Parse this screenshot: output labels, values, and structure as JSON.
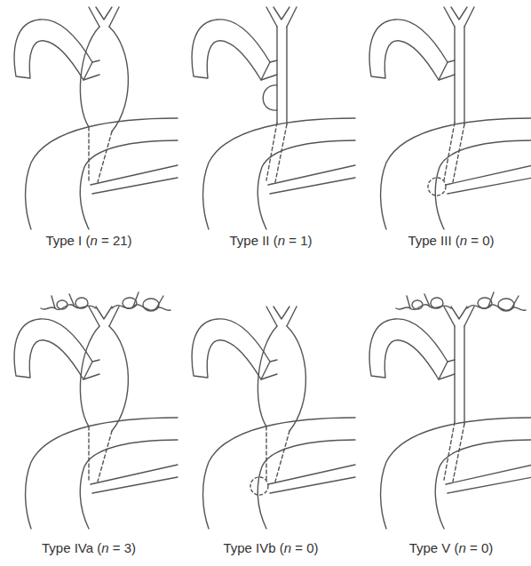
{
  "diagram": {
    "labels": [
      "Type I (n = 21)",
      "Type II (n = 1)",
      "Type III (n = 0)",
      "Type IVa (n = 3)",
      "Type IVb (n = 0)",
      "Type V (n = 0)"
    ]
  }
}
